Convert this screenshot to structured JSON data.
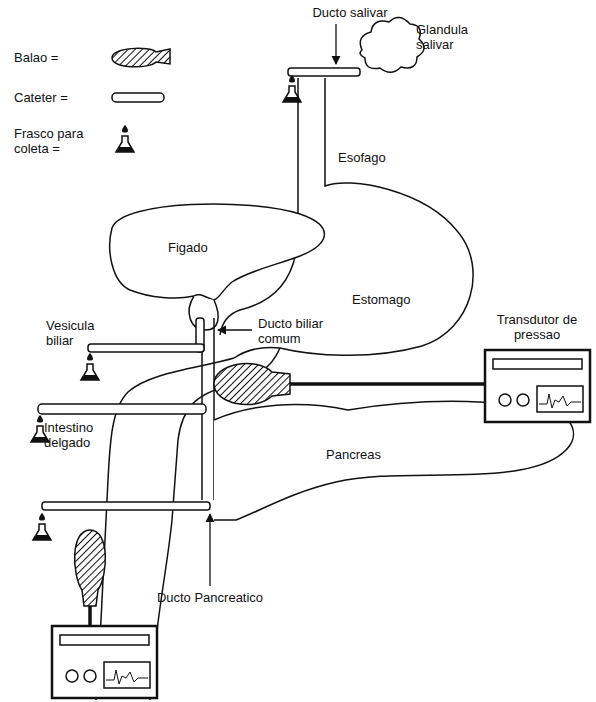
{
  "diagram": {
    "labels": [
      "Ducto salivar",
      "Glandula salivar",
      "Esofago",
      "Figado",
      "Ducto biliar comum",
      "Vesicula biliar",
      "Estomago",
      "Transdutor de pressao",
      "Intestino delgado",
      "Pancreas",
      "Ducto Pancreatico"
    ],
    "legend": [
      {
        "text": "Balao ="
      },
      {
        "text": "Cateter ="
      },
      {
        "text": "Frasco para coleta ="
      }
    ]
  }
}
